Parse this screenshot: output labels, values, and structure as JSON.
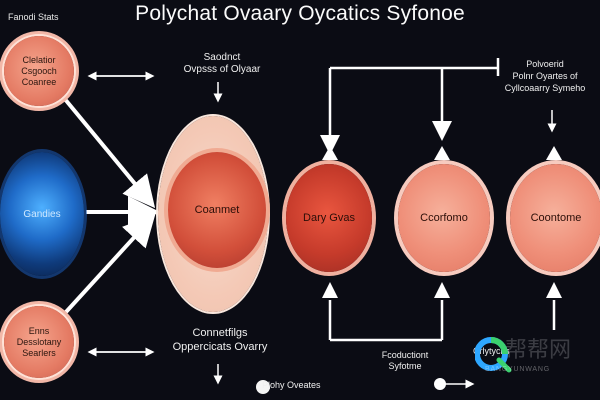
{
  "title": "Polychat Ovaary Oycatics Syfonoe",
  "corner_label": "Fanodi Stats",
  "circles": {
    "top_left": [
      "Clelatior",
      "Csgooch",
      "Coanree"
    ],
    "middle_left": "Gandies",
    "bottom_left": [
      "Enns",
      "Desslotany",
      "Searlers"
    ],
    "center_oval": "Coanmet",
    "right_1": "Dary Gvas",
    "right_2": "Ccorfomo",
    "right_3": "Coontome"
  },
  "labels": {
    "top_middle": [
      "Saodnct",
      "Ovpsss of Olyaar"
    ],
    "bottom_middle": [
      "Connetfilgs",
      "Oppercicats Ovarry"
    ],
    "top_right": [
      "Polvoerid",
      "Polnr Oyartes of",
      "Cyllcoaarry Symeho"
    ],
    "bottom_center": [
      "Fcoductiont",
      "Syfotme"
    ],
    "bottom_left": "Plohy Oveates",
    "bottom_right": "Crlytycits"
  },
  "watermark": {
    "main": "帮帮网",
    "sub": "BANGYUNWANG"
  },
  "colors": {
    "background": "#0b0c14",
    "salmon": "#ef8f79",
    "red": "#c63b2b",
    "blue": "#1f6bc8",
    "line": "#ffffff"
  }
}
